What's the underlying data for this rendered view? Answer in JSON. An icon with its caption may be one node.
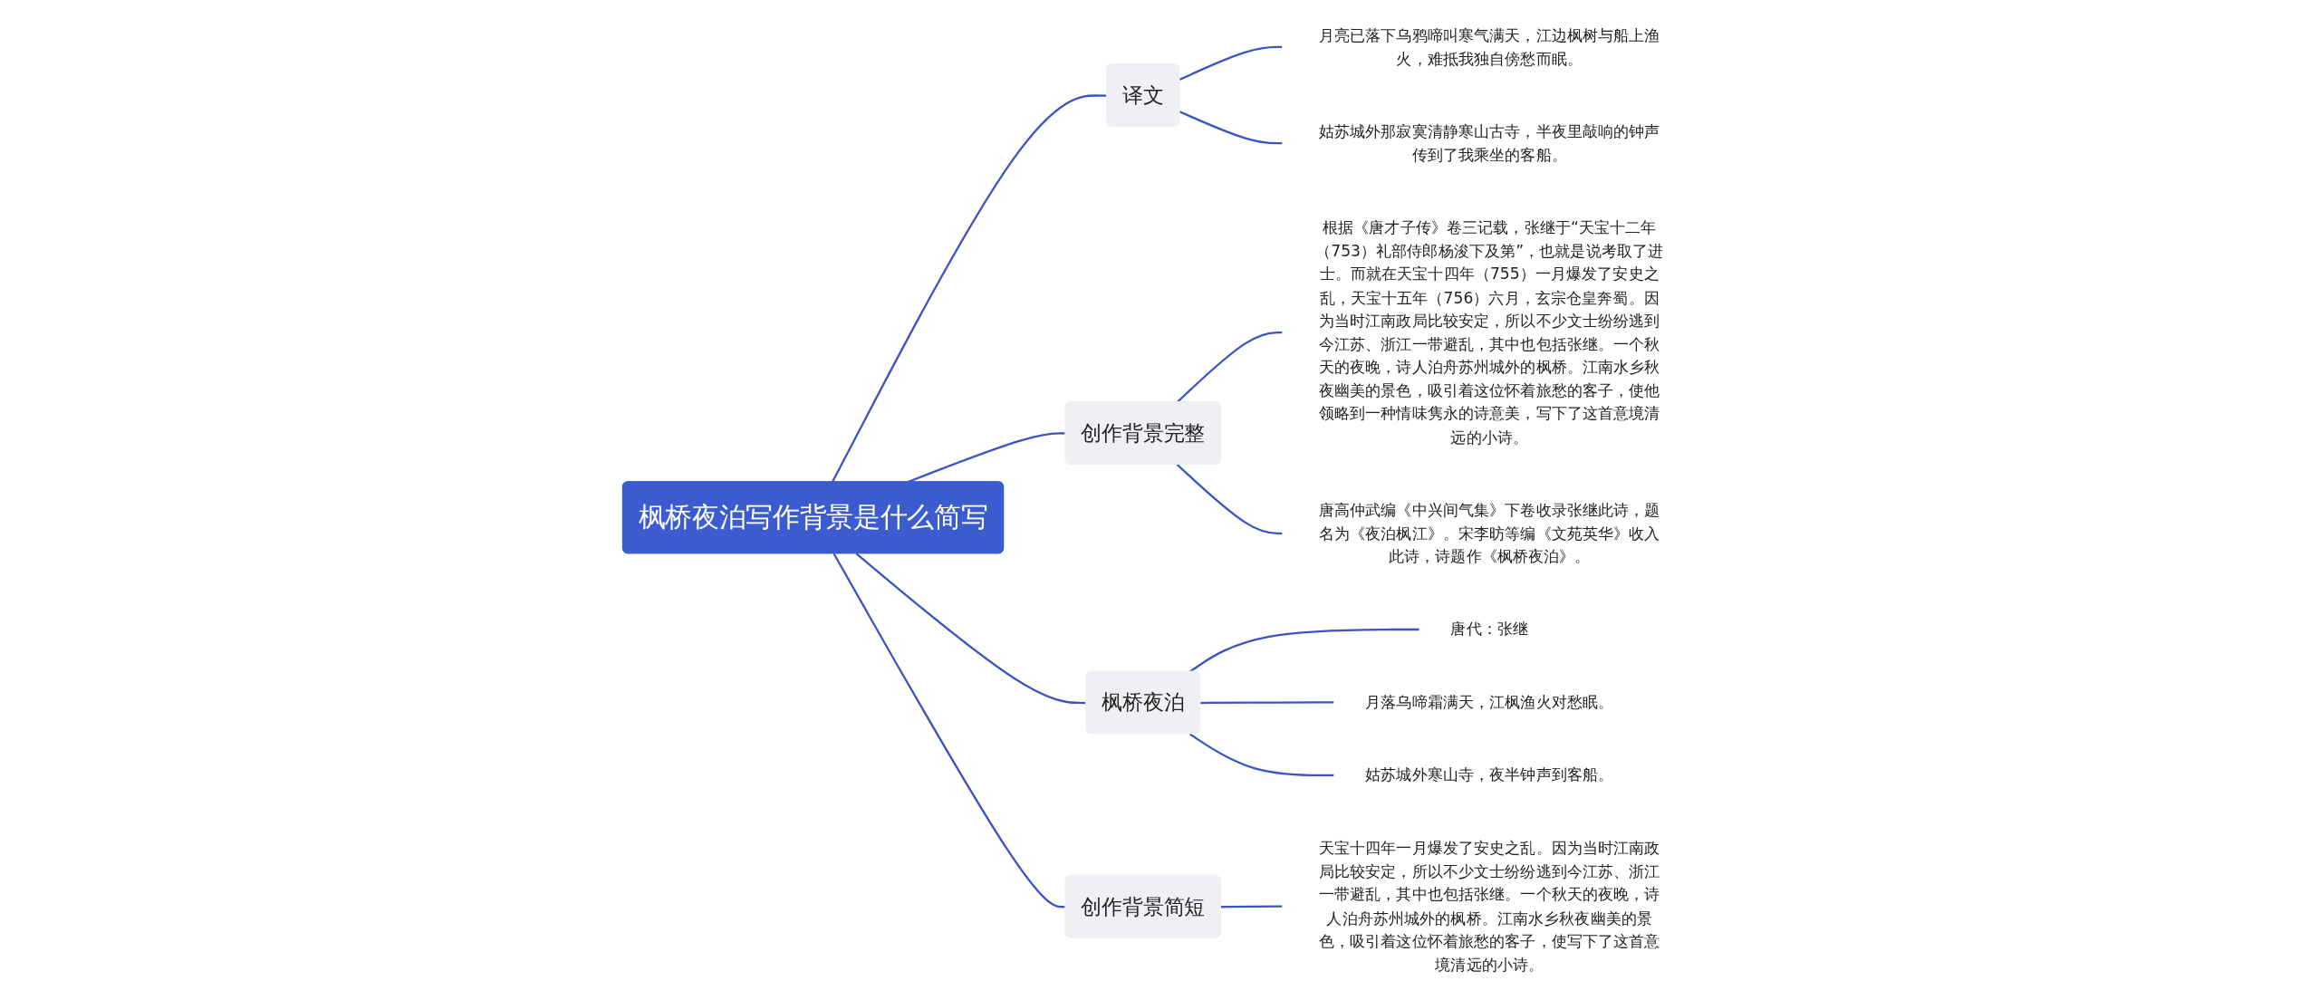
{
  "diagram": {
    "nodes": [
      {
        "text": [
          "枫桥夜泊写作背景是什么简写"
        ]
      },
      {
        "text": [
          "译文"
        ]
      },
      {
        "text": [
          "月亮已落下乌鸦啼叫寒气满天，江边枫树与船上渔火，难抵我独自傍愁而眠。"
        ]
      },
      {
        "text": [
          "姑苏城外那寂寞清静寒山古寺，半夜里敲响的钟声传到了我乘坐的客船。"
        ]
      },
      {
        "text": [
          "创作背景完整"
        ]
      },
      {
        "text": [
          "根据《唐才子传》卷三记载，张继于“天宝十二年（753）礼部侍郎杨浚下及第”，也就是说考取了进士。而就在天宝十四年（755）一月爆发了安史之乱，天宝十五年（756）六月，玄宗仓皇奔蜀。因为当时江南政局比较安定，所以不少文士纷纷逃到今江苏、浙江一带避乱，其中也包括张继。一个秋天的夜晚，诗人泊舟苏州城外的枫桥。江南水乡秋夜幽美的景色，吸引着这位怀着旅愁的客子，使他领略到一种情味隽永的诗意美，写下了这首意境清远的小诗。"
        ]
      },
      {
        "text": [
          "唐高仲武编《中兴间气集》下卷收录张继此诗，题名为《夜泊枫江》。宋李昉等编《文苑英华》收入此诗，诗题作《枫桥夜泊》。"
        ]
      },
      {
        "text": [
          "枫桥夜泊"
        ]
      },
      {
        "text": [
          "唐代：张继"
        ]
      },
      {
        "text": [
          "月落乌啼霜满天，江枫渔火对愁眠。"
        ]
      },
      {
        "text": [
          "姑苏城外寒山寺，夜半钟声到客船。"
        ]
      },
      {
        "text": [
          "创作背景简短"
        ]
      },
      {
        "text": [
          "天宝十四年一月爆发了安史之乱。因为当时江南政局比较安定，所以不少文士纷纷逃到今江苏、浙江一带避乱，其中也包括张继。一个秋天的夜晚，诗人泊舟苏州城外的枫桥。江南水乡秋夜幽美的景色，吸引着这位怀着旅愁的客子，使写下了这首意境清远的小诗。"
        ]
      }
    ],
    "edges": [
      {
        "from": 0,
        "to": 1,
        "arrow": "none"
      },
      {
        "from": 1,
        "to": 2,
        "arrow": "none"
      },
      {
        "from": 1,
        "to": 3,
        "arrow": "none"
      },
      {
        "from": 0,
        "to": 4,
        "arrow": "none"
      },
      {
        "from": 4,
        "to": 5,
        "arrow": "none"
      },
      {
        "from": 4,
        "to": 6,
        "arrow": "none"
      },
      {
        "from": 0,
        "to": 7,
        "arrow": "none"
      },
      {
        "from": 7,
        "to": 8,
        "arrow": "none"
      },
      {
        "from": 7,
        "to": 9,
        "arrow": "none"
      },
      {
        "from": 7,
        "to": 10,
        "arrow": "none"
      },
      {
        "from": 0,
        "to": 11,
        "arrow": "none"
      },
      {
        "from": 11,
        "to": 12,
        "arrow": "none"
      }
    ]
  }
}
